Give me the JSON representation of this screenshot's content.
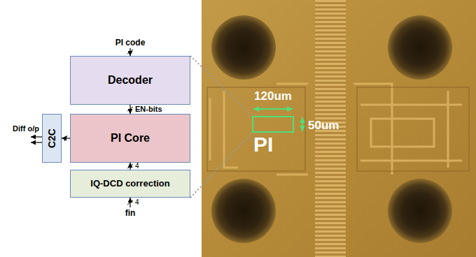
{
  "diagram": {
    "nodes": [
      {
        "text": [
          "Decoder"
        ]
      },
      {
        "text": [
          "PI Core"
        ]
      },
      {
        "text": [
          "IQ-DCD correction"
        ]
      },
      {
        "text": [
          "C2C"
        ]
      },
      {
        "text": [
          "PI"
        ]
      }
    ],
    "edges": [
      {
        "from": 0,
        "to": 1,
        "label": "EN-bits",
        "arrow": "to"
      },
      {
        "from": 2,
        "to": 1,
        "label": "4",
        "arrow": "to"
      },
      {
        "from": 1,
        "to": 3,
        "arrow": "to"
      }
    ],
    "labels": [
      "PI code",
      "Diff o/p",
      "4",
      "fin",
      "120um",
      "50um"
    ]
  }
}
